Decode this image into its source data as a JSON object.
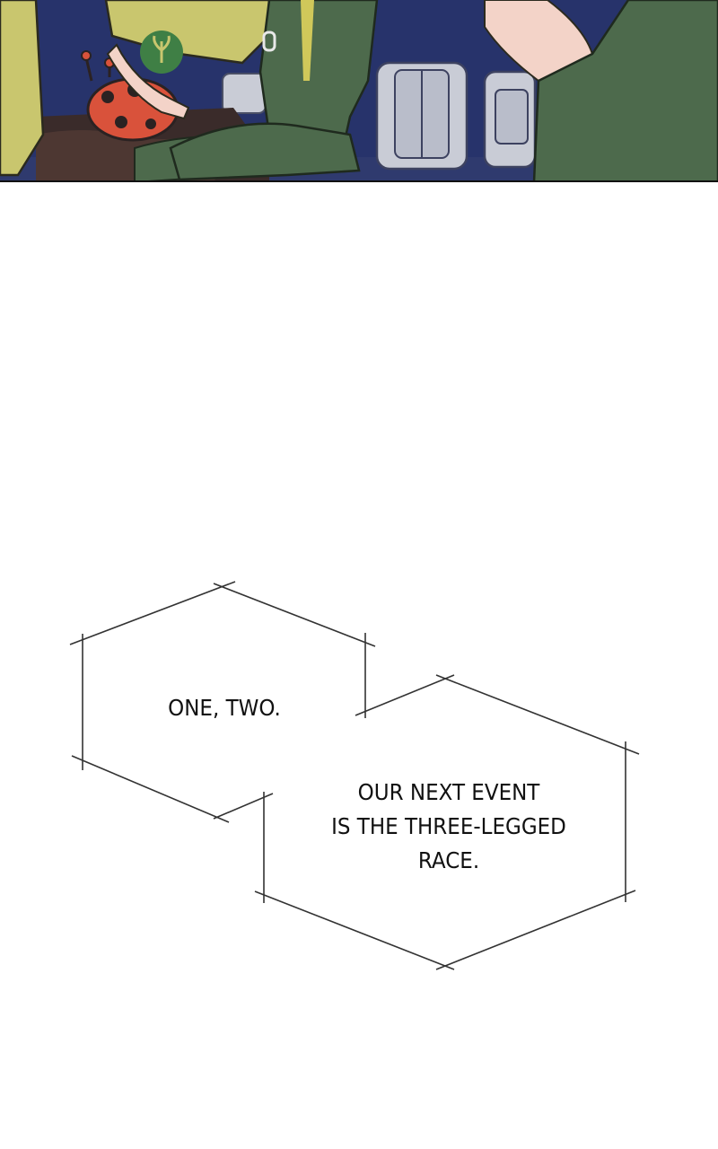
{
  "comic": {
    "captions": [
      {
        "lines": [
          "ONE, TWO."
        ]
      },
      {
        "lines": [
          "OUR NEXT EVENT",
          "IS THE THREE-LEGGED",
          "RACE."
        ]
      }
    ]
  },
  "colors": {
    "night_sky": "#27336b",
    "jumpsuit_green": "#4d6a4c",
    "shirt_yellow": "#c9c66e",
    "ladybug_red": "#d9523b",
    "skin": "#f3d3c8",
    "backpack_gray": "#c9ccd6",
    "bubble_stroke": "#333333",
    "text": "#111111"
  },
  "icons": [
    "plant-logo-icon",
    "ladybug-plush-icon",
    "backpack-icon",
    "carabiner-icon"
  ]
}
